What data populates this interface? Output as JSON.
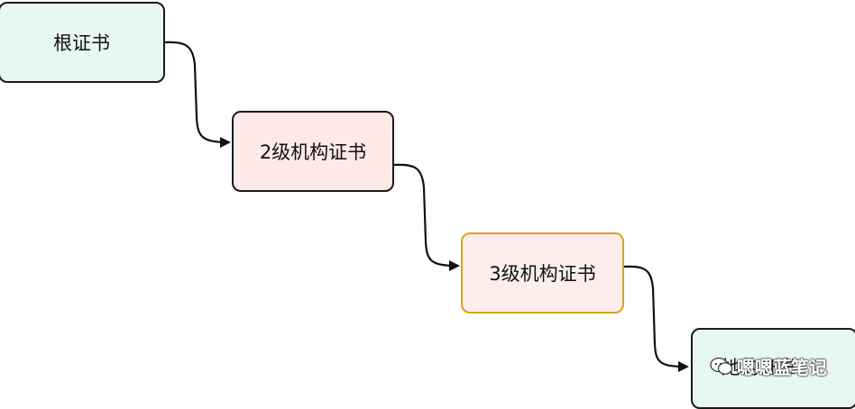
{
  "nodes": {
    "root": "根证书",
    "level2": "2级机构证书",
    "level3": "3级机构证书",
    "leaf": "她的证书"
  },
  "watermark": "嗯嗯蓝笔记",
  "colors": {
    "root_fill": "#e6f8ef",
    "level2_fill": "#fde9e7",
    "level3_fill": "#fdeded",
    "level3_border": "#d9a21a",
    "leaf_fill": "#e6f8ef",
    "stroke": "#1a1a1a"
  }
}
